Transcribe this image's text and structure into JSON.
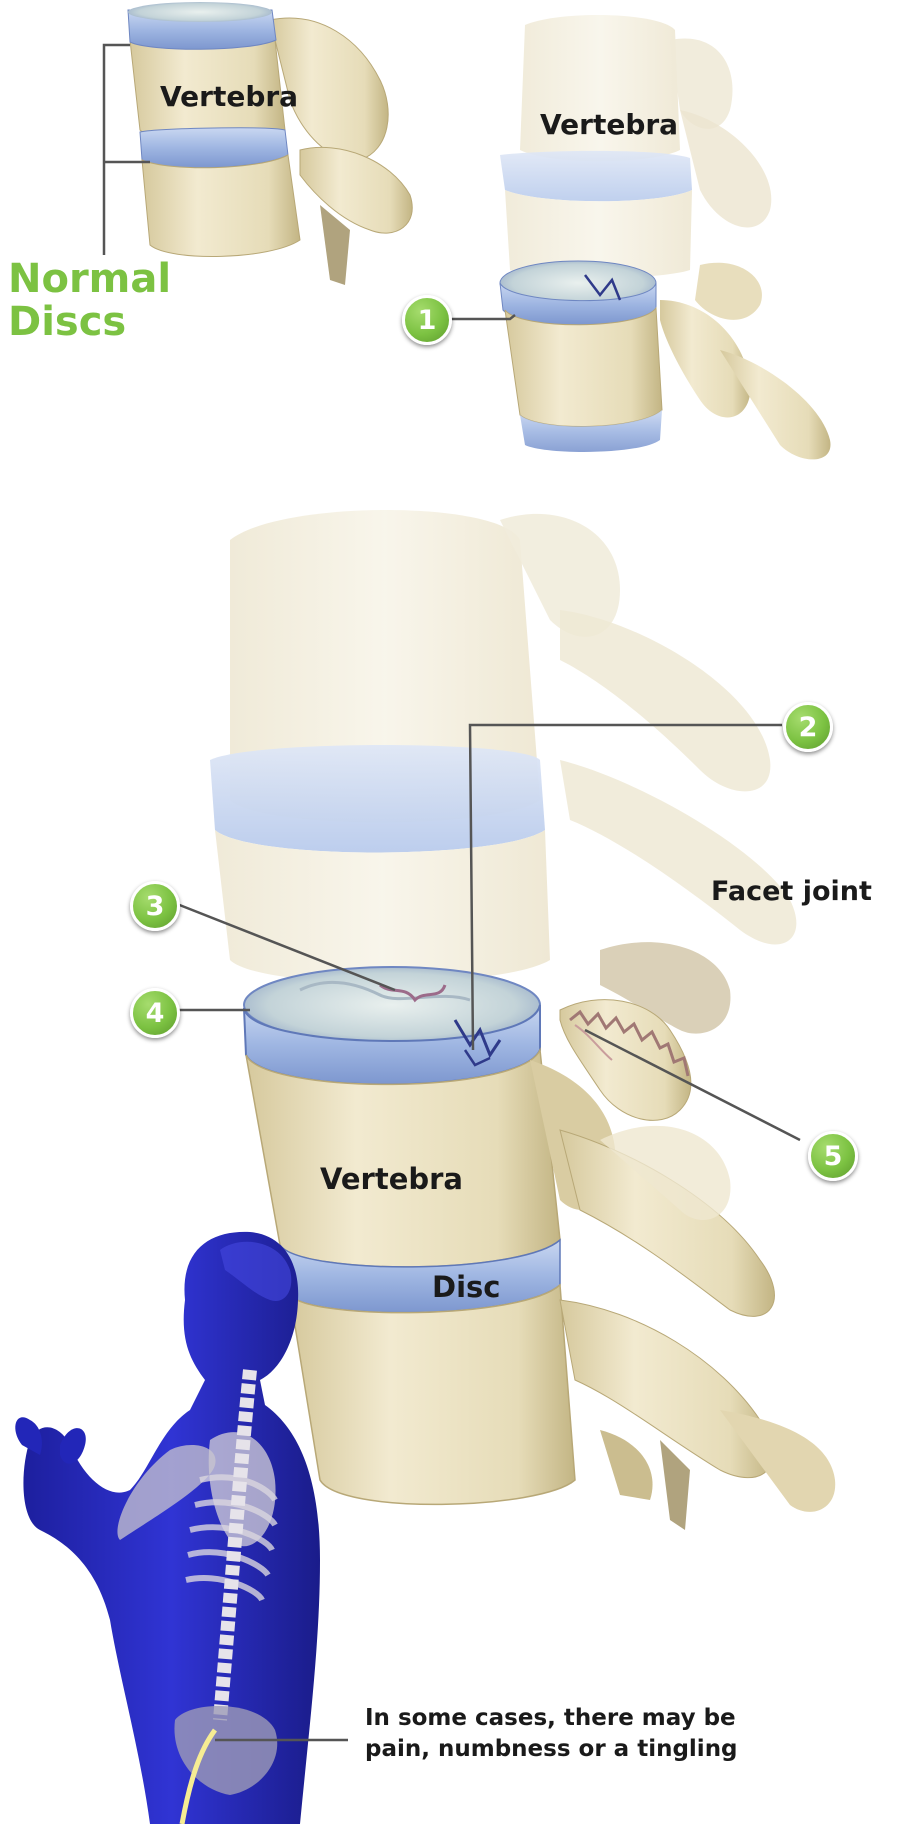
{
  "normal_discs": {
    "title_line1": "Normal",
    "title_line2": "Discs",
    "vertebra_label": "Vertebra"
  },
  "damaged_small": {
    "vertebra_label": "Vertebra",
    "marker_1": "1"
  },
  "main": {
    "marker_2": "2",
    "marker_3": "3",
    "marker_4": "4",
    "marker_5": "5",
    "facet_joint_label": "Facet joint",
    "vertebra_label": "Vertebra",
    "disc_label": "Disc"
  },
  "caption": {
    "line1": "In some cases, there may be",
    "line2": "pain, numbness or  a tingling"
  },
  "colors": {
    "accent_green": "#7cc242",
    "bone": "#ede4c6",
    "bone_shadow": "#c9bb8e",
    "disc_blue": "#a9bfe6",
    "body_blue": "#2b2fc8"
  }
}
